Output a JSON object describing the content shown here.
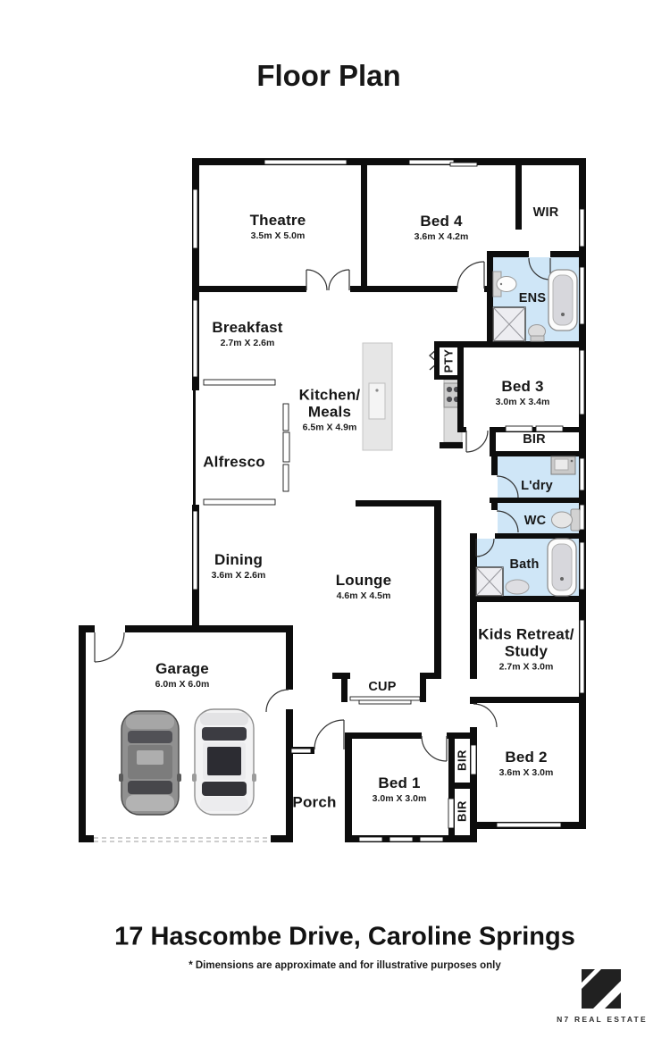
{
  "page": {
    "title": "Floor Plan",
    "address": "17 Hascombe Drive, Caroline Springs",
    "disclaimer": "* Dimensions are approximate and for illustrative purposes only"
  },
  "branding": {
    "name": "N7 REAL ESTATE",
    "logo": "n7-monogram",
    "logo_color": "#212121"
  },
  "colors": {
    "wall": "#0d0d0d",
    "wet_area": "#cfe6f7",
    "fixture_gray": "#d9d9d9",
    "background": "#ffffff"
  },
  "fixtures": [
    "bathtub",
    "shower",
    "toilet",
    "sink",
    "vanity",
    "cooktop",
    "kitchen-island",
    "pantry-shelves",
    "car",
    "sliding-door",
    "window",
    "door-swing",
    "garage-door"
  ],
  "rooms": [
    {
      "id": "theatre",
      "name": "Theatre",
      "dims": "3.5m X 5.0m"
    },
    {
      "id": "bed4",
      "name": "Bed 4",
      "dims": "3.6m X 4.2m"
    },
    {
      "id": "wir",
      "name": "WIR",
      "dims": ""
    },
    {
      "id": "ens",
      "name": "ENS",
      "dims": ""
    },
    {
      "id": "breakfast",
      "name": "Breakfast",
      "dims": "2.7m X 2.6m"
    },
    {
      "id": "kitchen",
      "name": "Kitchen/\nMeals",
      "dims": "6.5m X 4.9m"
    },
    {
      "id": "pty",
      "name": "PTY",
      "dims": ""
    },
    {
      "id": "bed3",
      "name": "Bed 3",
      "dims": "3.0m X 3.4m"
    },
    {
      "id": "alfresco",
      "name": "Alfresco",
      "dims": ""
    },
    {
      "id": "bir-bed3",
      "name": "BIR",
      "dims": ""
    },
    {
      "id": "ldry",
      "name": "L'dry",
      "dims": ""
    },
    {
      "id": "wc",
      "name": "WC",
      "dims": ""
    },
    {
      "id": "bath",
      "name": "Bath",
      "dims": ""
    },
    {
      "id": "dining",
      "name": "Dining",
      "dims": "3.6m X 2.6m"
    },
    {
      "id": "lounge",
      "name": "Lounge",
      "dims": "4.6m X 4.5m"
    },
    {
      "id": "kids",
      "name": "Kids Retreat/\nStudy",
      "dims": "2.7m X 3.0m"
    },
    {
      "id": "garage",
      "name": "Garage",
      "dims": "6.0m X 6.0m"
    },
    {
      "id": "cup",
      "name": "CUP",
      "dims": ""
    },
    {
      "id": "porch",
      "name": "Porch",
      "dims": ""
    },
    {
      "id": "bed1",
      "name": "Bed 1",
      "dims": "3.0m X 3.0m"
    },
    {
      "id": "bir-1",
      "name": "BIR",
      "dims": ""
    },
    {
      "id": "bir-2",
      "name": "BIR",
      "dims": ""
    },
    {
      "id": "bed2",
      "name": "Bed 2",
      "dims": "3.6m X 3.0m"
    }
  ]
}
